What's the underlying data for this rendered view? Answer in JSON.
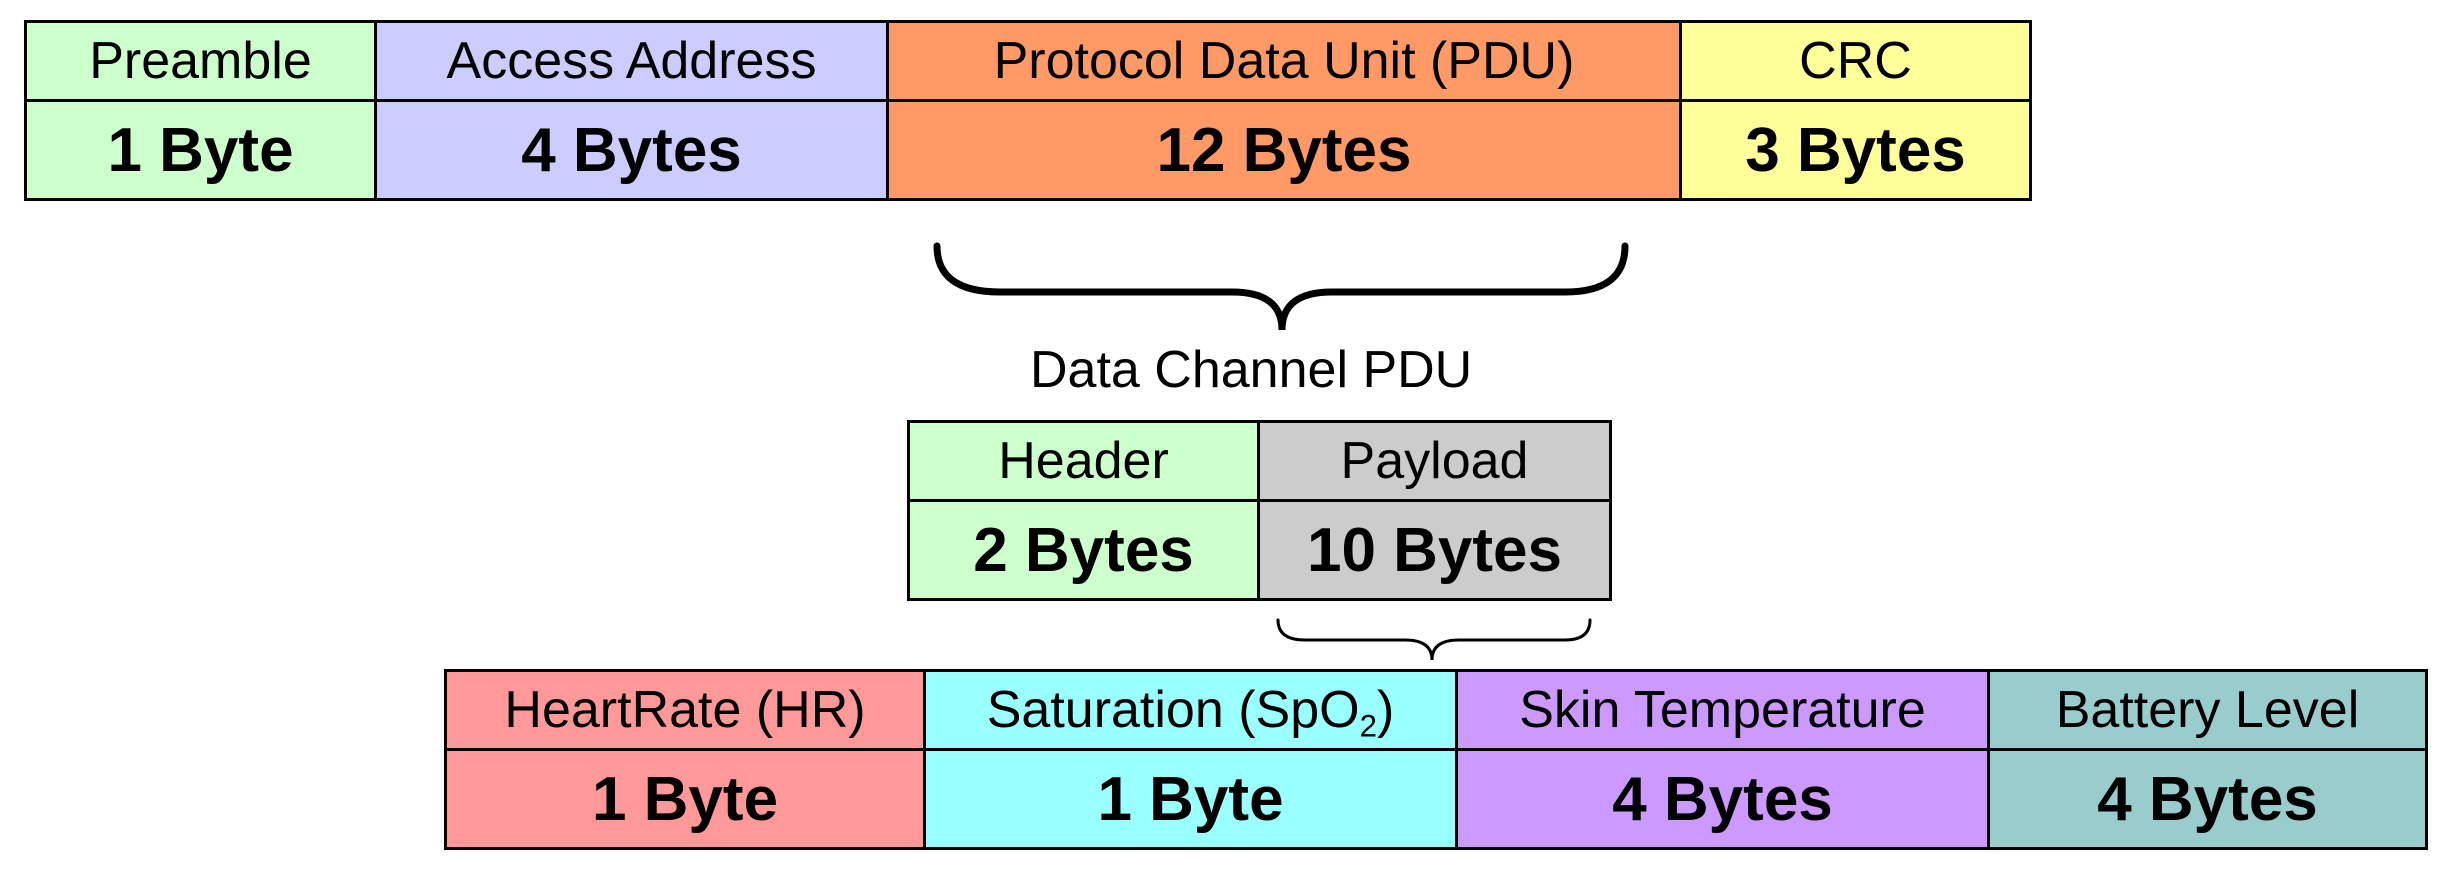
{
  "packet": {
    "fields": [
      {
        "label": "Preamble",
        "size": "1 Byte",
        "color": "#ccffcc"
      },
      {
        "label": "Access Address",
        "size": "4 Bytes",
        "color": "#ccccff"
      },
      {
        "label": "Protocol Data Unit (PDU)",
        "size": "12 Bytes",
        "color": "#ff9966"
      },
      {
        "label": "CRC",
        "size": "3 Bytes",
        "color": "#ffff99"
      }
    ]
  },
  "data_channel_pdu": {
    "caption": "Data Channel PDU",
    "fields": [
      {
        "label": "Header",
        "size": "2 Bytes",
        "color": "#ccffcc"
      },
      {
        "label": "Payload",
        "size": "10 Bytes",
        "color": "#cccccc"
      }
    ]
  },
  "payload": {
    "fields": [
      {
        "label": "HeartRate (HR)",
        "size": "1 Byte",
        "color": "#ff9999"
      },
      {
        "label_prefix": "Saturation (SpO",
        "label_sub": "2",
        "label_suffix": ")",
        "size": "1 Byte",
        "color": "#99ffff"
      },
      {
        "label": "Skin Temperature",
        "size": "4 Bytes",
        "color": "#cc99ff"
      },
      {
        "label": "Battery Level",
        "size": "4 Bytes",
        "color": "#99cccc"
      }
    ]
  }
}
